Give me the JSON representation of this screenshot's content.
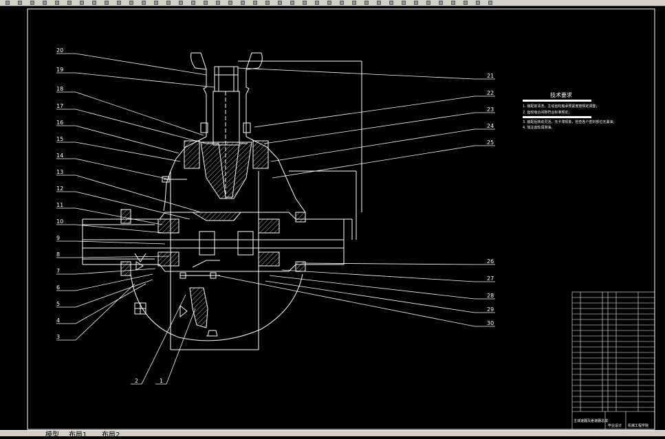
{
  "drawing": {
    "tech_title": "技术要求",
    "tech_notes": [
      "1. 装配前清洗，主动齿轮轴承预紧度按规定调整；",
      "2. 齿轮啮合间隙符合标准规定；",
      "3. 装配后转动灵活，无卡滞现象，检查各个密封部位无漏油；",
      "4. 加注齿轮润滑油。"
    ],
    "part_labels_left": [
      "20",
      "19",
      "18",
      "17",
      "16",
      "15",
      "14",
      "13",
      "12",
      "11",
      "10",
      "9",
      "8",
      "7",
      "6",
      "5",
      "4",
      "3"
    ],
    "part_labels_right": [
      "21",
      "22",
      "23",
      "24",
      "25",
      "26",
      "27",
      "28",
      "29",
      "30"
    ],
    "part_labels_bottom": [
      "2",
      "1"
    ],
    "title_block_caption": "主减速器及差速器总成",
    "title_block_school": "毕业设计",
    "title_block_dept": "机械工程学院"
  },
  "statusbar": {
    "tabs": [
      "模型",
      "布局1",
      "布局2"
    ]
  }
}
